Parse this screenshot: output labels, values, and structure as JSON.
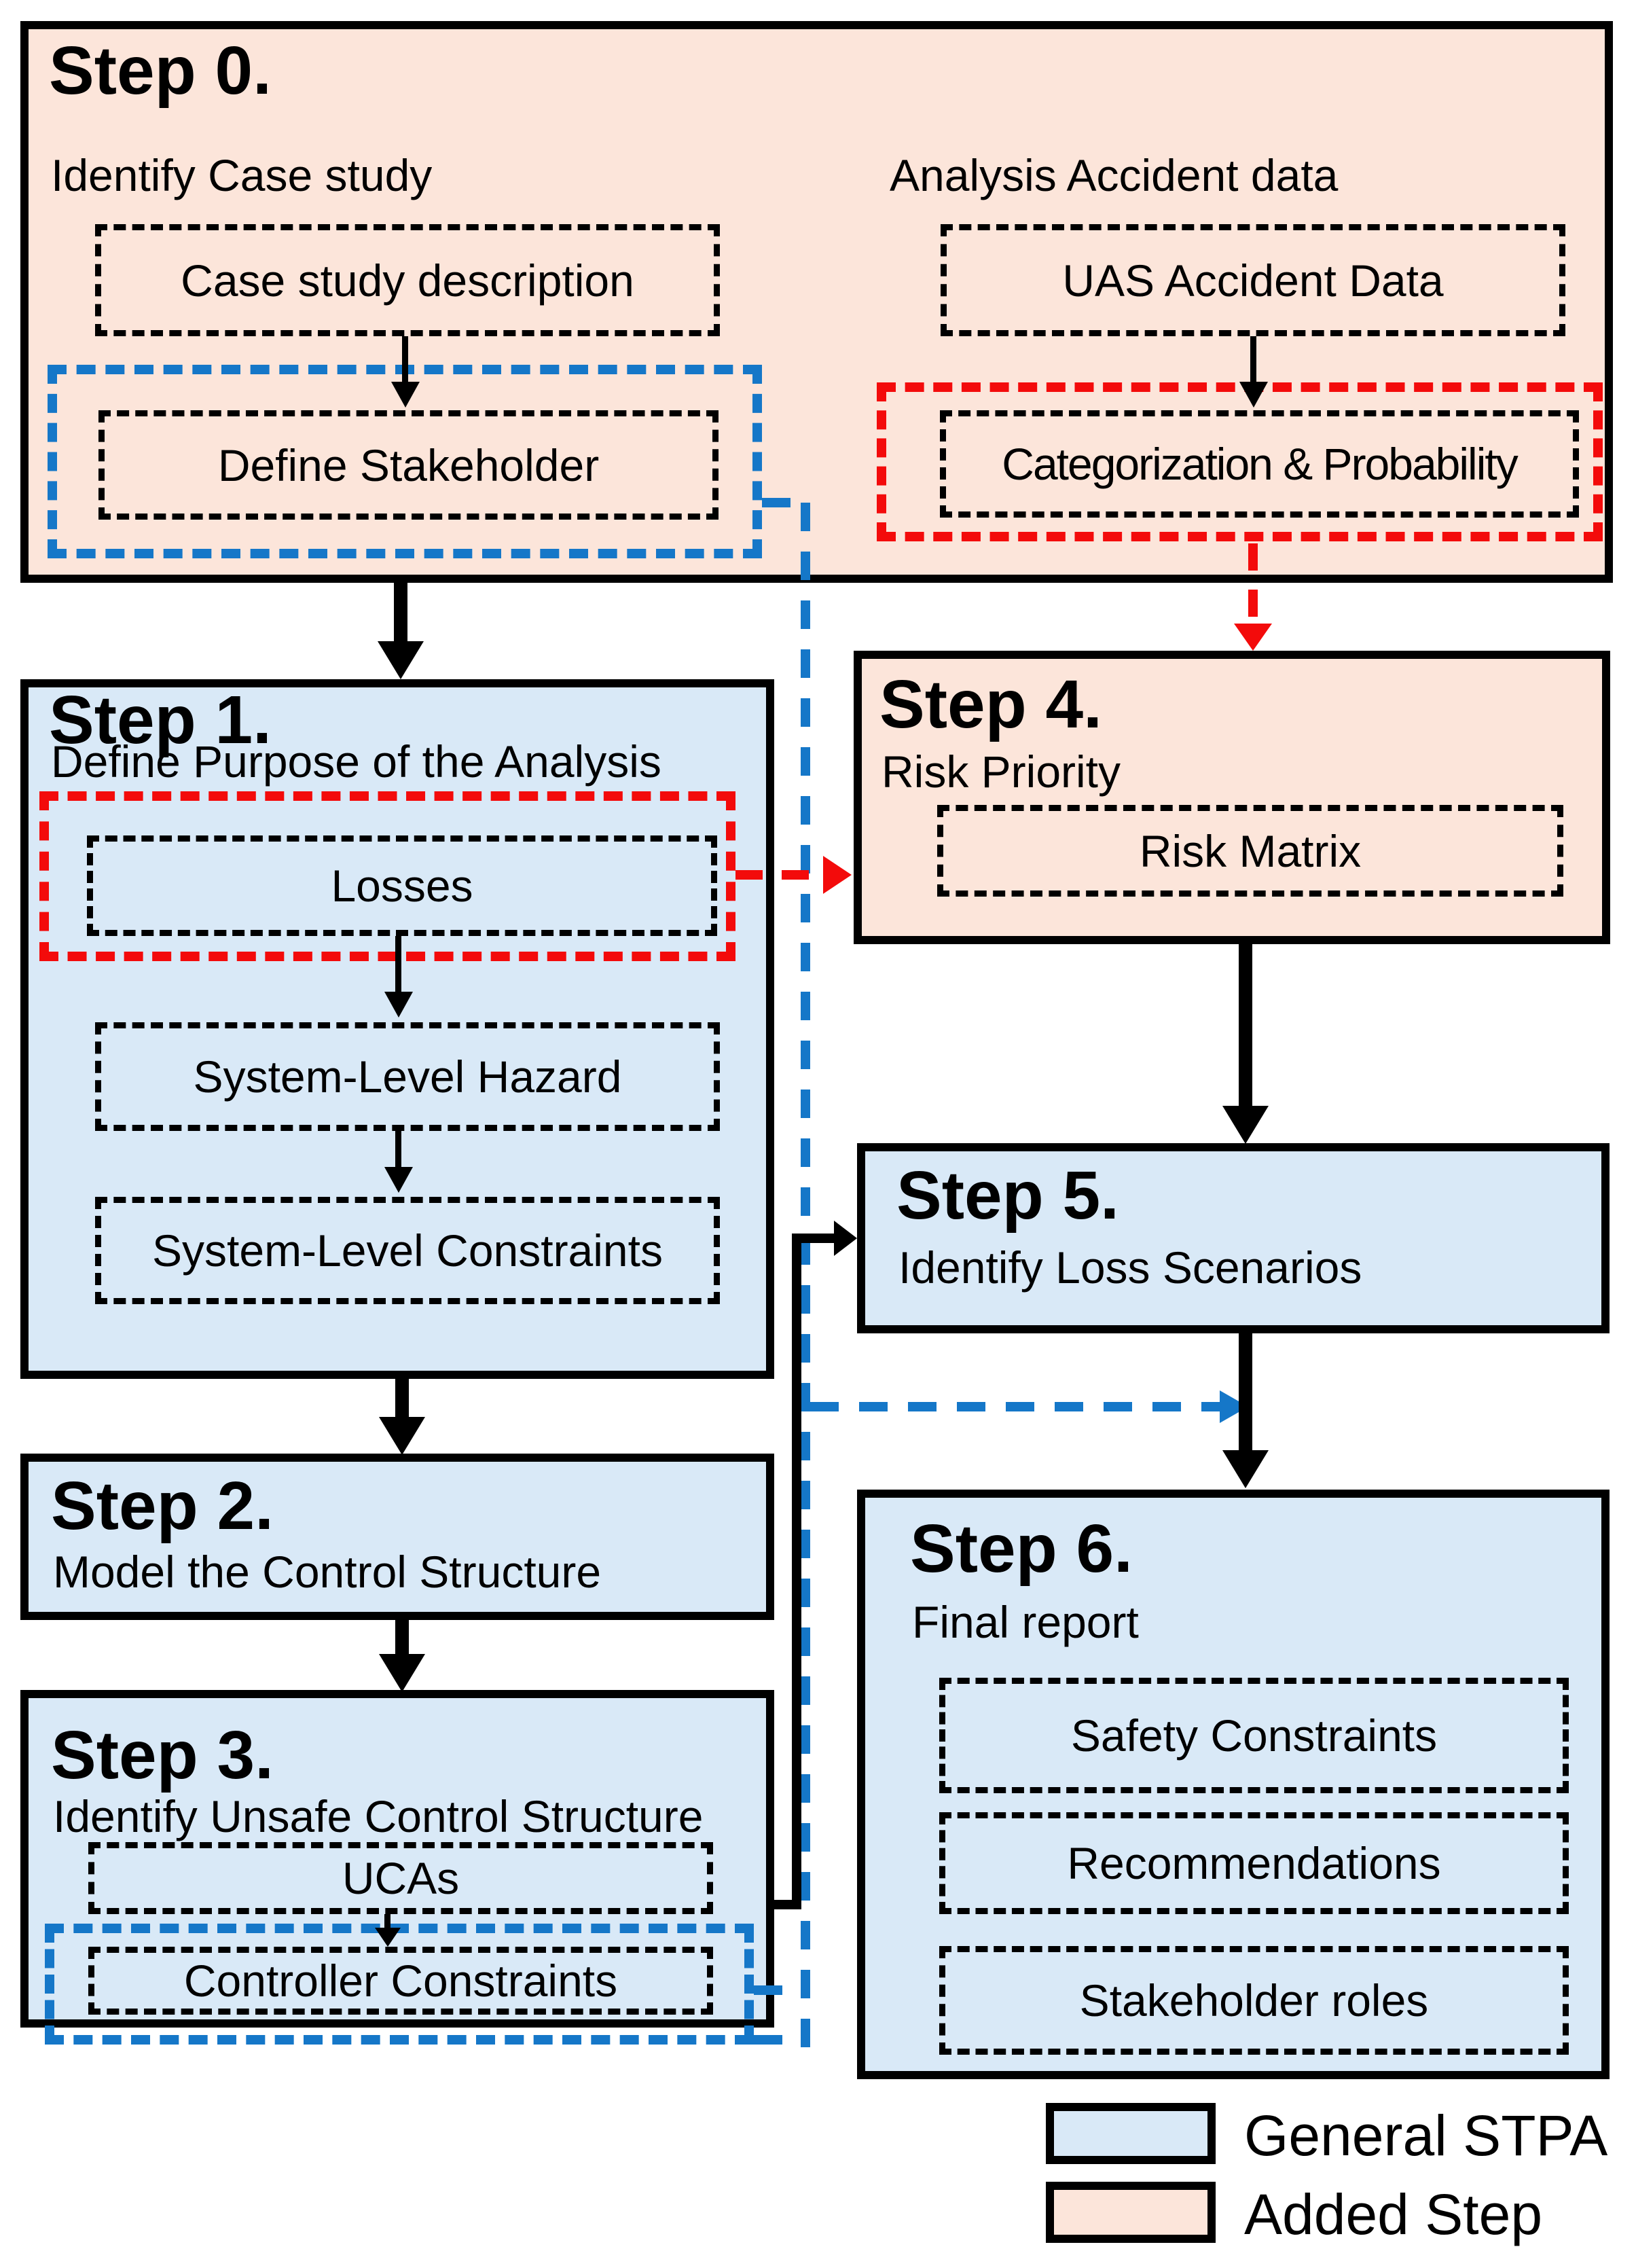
{
  "figure": {
    "type": "flowchart",
    "description": "STPA process flow with added steps"
  },
  "colors": {
    "general_step_fill": "#d9e9f7",
    "added_step_fill": "#fce5da",
    "blue_connector": "#1577c8",
    "red_connector": "#f30b0b",
    "line_black": "#000000"
  },
  "steps": {
    "step0": {
      "title": "Step 0.",
      "left_label": "Identify Case study",
      "right_label": "Analysis Accident data",
      "boxes": {
        "case": "Case study description",
        "stakeholder": "Define Stakeholder",
        "uas": "UAS Accident Data",
        "categorization": "Categorization & Probability"
      }
    },
    "step1": {
      "title": "Step 1.",
      "subtitle": "Define Purpose of the Analysis",
      "boxes": {
        "losses": "Losses",
        "hazard": "System-Level Hazard",
        "constraints": "System-Level Constraints"
      }
    },
    "step2": {
      "title": "Step 2.",
      "subtitle": "Model the Control Structure"
    },
    "step3": {
      "title": "Step 3.",
      "subtitle": "Identify Unsafe Control Structure",
      "boxes": {
        "ucas": "UCAs",
        "controller": "Controller Constraints"
      }
    },
    "step4": {
      "title": "Step 4.",
      "subtitle": "Risk Priority",
      "boxes": {
        "matrix": "Risk Matrix"
      }
    },
    "step5": {
      "title": "Step 5.",
      "subtitle": "Identify Loss Scenarios"
    },
    "step6": {
      "title": "Step 6.",
      "subtitle": "Final report",
      "boxes": {
        "safety": "Safety Constraints",
        "recommendations": "Recommendations",
        "roles": "Stakeholder roles"
      }
    }
  },
  "legend": {
    "items": [
      {
        "label": "General STPA",
        "type": "general"
      },
      {
        "label": "Added Step",
        "type": "added"
      }
    ]
  }
}
